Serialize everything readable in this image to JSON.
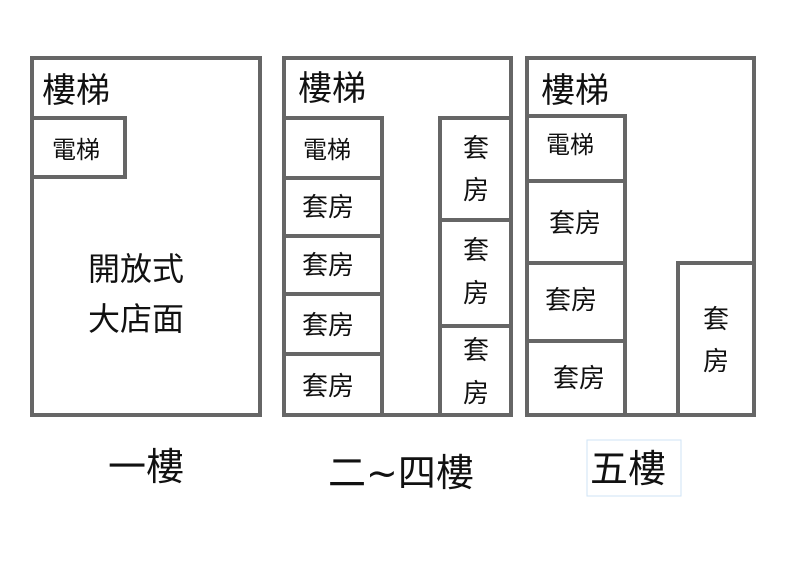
{
  "floor1": {
    "stair": "樓梯",
    "elevator": "電梯",
    "open_store_line1": "開放式",
    "open_store_line2": "大店面",
    "caption": "一樓"
  },
  "floor2to4": {
    "stair": "樓梯",
    "elevator": "電梯",
    "left_suites": [
      "套房",
      "套房",
      "套房",
      "套房"
    ],
    "right_suites": [
      {
        "line1": "套",
        "line2": "房"
      },
      {
        "line1": "套",
        "line2": "房"
      },
      {
        "line1": "套",
        "line2": "房"
      }
    ],
    "caption": "二~四樓"
  },
  "floor5": {
    "stair": "樓梯",
    "elevator": "電梯",
    "left_suites": [
      "套房",
      "套房",
      "套房"
    ],
    "right_suite": {
      "line1": "套",
      "line2": "房"
    },
    "caption": "五樓"
  }
}
